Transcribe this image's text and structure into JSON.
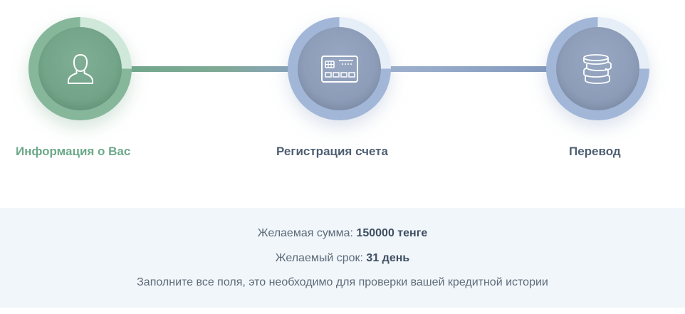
{
  "steps": [
    {
      "label": "Информация о Вас",
      "icon": "user-icon",
      "state": "active",
      "color": "#6da98a"
    },
    {
      "label": "Регистрация счета",
      "icon": "credit-card-icon",
      "state": "inactive",
      "color": "#4e5f72"
    },
    {
      "label": "Перевод",
      "icon": "coins-icon",
      "state": "inactive",
      "color": "#4e5f72"
    }
  ],
  "summary": {
    "amount_label": "Желаемая сумма:",
    "amount_value": "150000 тенге",
    "term_label": "Желаемый срок:",
    "term_value": "31 день",
    "note": "Заполните все поля, это необходимо для проверки вашей кредитной истории"
  },
  "colors": {
    "active_green": "#6da98a",
    "inactive_blue": "#8595b1",
    "panel_bg": "#f1f6fb"
  }
}
